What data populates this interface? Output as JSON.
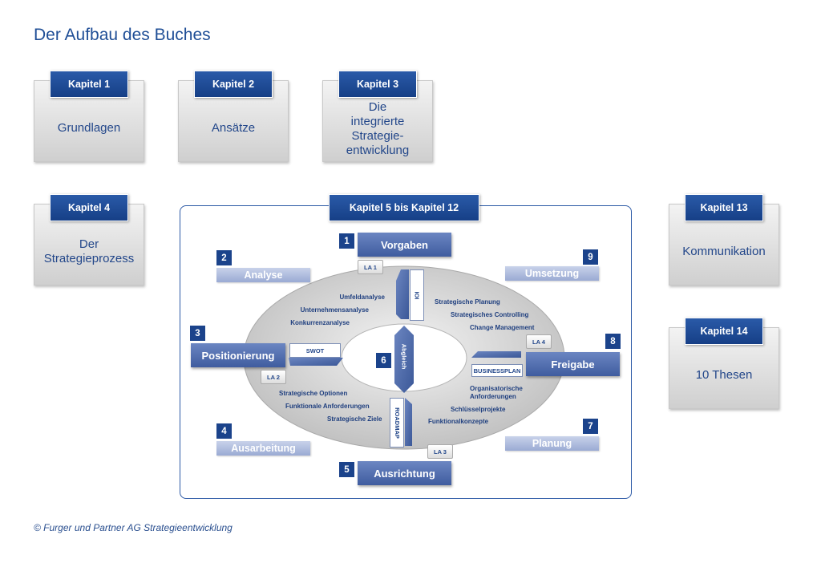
{
  "title": "Der Aufbau des Buches",
  "footer": "© Furger und Partner AG Strategieentwicklung",
  "cards": [
    {
      "tag": "Kapitel 1",
      "text": "Grundlagen"
    },
    {
      "tag": "Kapitel 2",
      "text": "Ansätze"
    },
    {
      "tag": "Kapitel 3",
      "text": "Die integrierte Strategie-entwicklung"
    },
    {
      "tag": "Kapitel 4",
      "text": "Der Strategieprozess"
    },
    {
      "tag": "Kapitel 13",
      "text": "Kommunikation"
    },
    {
      "tag": "Kapitel 14",
      "text": "10 Thesen"
    }
  ],
  "center": {
    "tag": "Kapitel 5 bis Kapitel 12",
    "steps": [
      {
        "num": "1",
        "label": "Vorgaben"
      },
      {
        "num": "2",
        "label": "Analyse"
      },
      {
        "num": "3",
        "label": "Positionierung"
      },
      {
        "num": "4",
        "label": "Ausarbeitung"
      },
      {
        "num": "5",
        "label": "Ausrichtung"
      },
      {
        "num": "6",
        "label": "Abgleich"
      },
      {
        "num": "7",
        "label": "Planung"
      },
      {
        "num": "8",
        "label": "Freigabe"
      },
      {
        "num": "9",
        "label": "Umsetzung"
      }
    ],
    "la": [
      "LA 1",
      "LA 2",
      "LA 3",
      "LA 4"
    ],
    "inner": {
      "ioi": "IOI",
      "swot": "SWOT",
      "businessplan": "BUSINESSPLAN",
      "roadmap": "ROADMAP"
    },
    "analysis_items": [
      "Umfeldanalyse",
      "Unternehmensanalyse",
      "Konkurrenzanalyse"
    ],
    "positioning_items": [
      "Strategische Optionen",
      "Funktionale Anforderungen",
      "Strategische Ziele"
    ],
    "implementation_items": [
      "Strategische Planung",
      "Strategisches Controlling",
      "Change Management"
    ],
    "planning_items": [
      "Organisatorische Anforderungen",
      "Schlüsselprojekte",
      "Funktionalkonzepte"
    ]
  }
}
